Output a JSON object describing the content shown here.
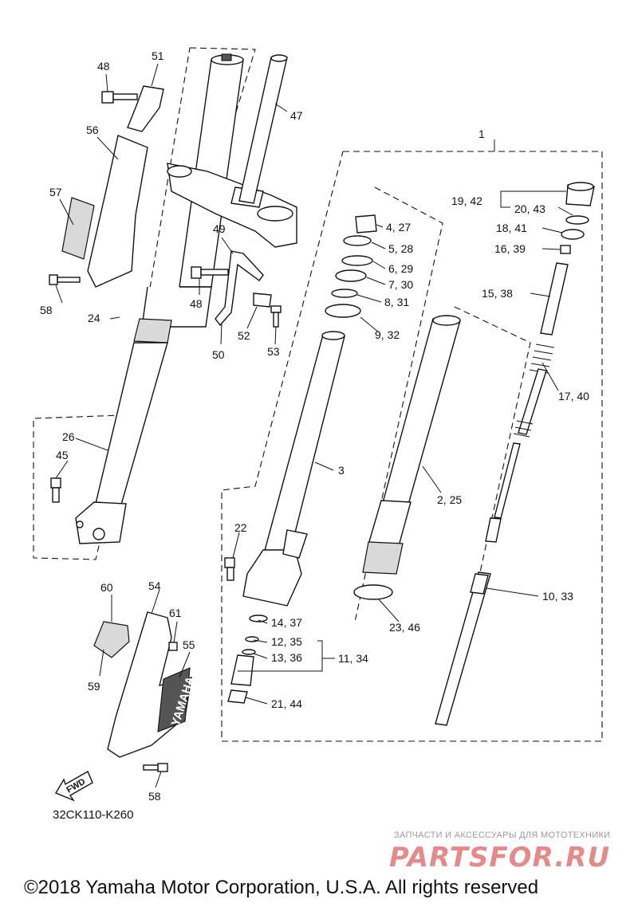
{
  "diagram": {
    "code": "32CK110-K260",
    "fwd_label": "FWD",
    "brand_mark": "YAMAHA",
    "copyright": "©2018 Yamaha Motor Corporation, U.S.A. All rights reserved",
    "watermark_sub": "ЗАПЧАСТИ И АКСЕССУАРЫ ДЛЯ МОТОТЕХНИКИ",
    "watermark_logo": "PARTSFOR.RU",
    "callouts": {
      "c1": "1",
      "c2_25": "2, 25",
      "c3": "3",
      "c4_27": "4, 27",
      "c5_28": "5, 28",
      "c6_29": "6, 29",
      "c7_30": "7, 30",
      "c8_31": "8, 31",
      "c9_32": "9, 32",
      "c10_33": "10, 33",
      "c11_34": "11, 34",
      "c12_35": "12, 35",
      "c13_36": "13, 36",
      "c14_37": "14, 37",
      "c15_38": "15, 38",
      "c16_39": "16, 39",
      "c17_40": "17, 40",
      "c18_41": "18, 41",
      "c19_42": "19, 42",
      "c20_43": "20, 43",
      "c21_44": "21, 44",
      "c22": "22",
      "c23_46": "23, 46",
      "c24": "24",
      "c26": "26",
      "c45": "45",
      "c47": "47",
      "c48a": "48",
      "c48b": "48",
      "c49": "49",
      "c50": "50",
      "c51": "51",
      "c52": "52",
      "c53": "53",
      "c54": "54",
      "c55": "55",
      "c56": "56",
      "c57": "57",
      "c58a": "58",
      "c58b": "58",
      "c59": "59",
      "c60": "60",
      "c61": "61"
    }
  }
}
